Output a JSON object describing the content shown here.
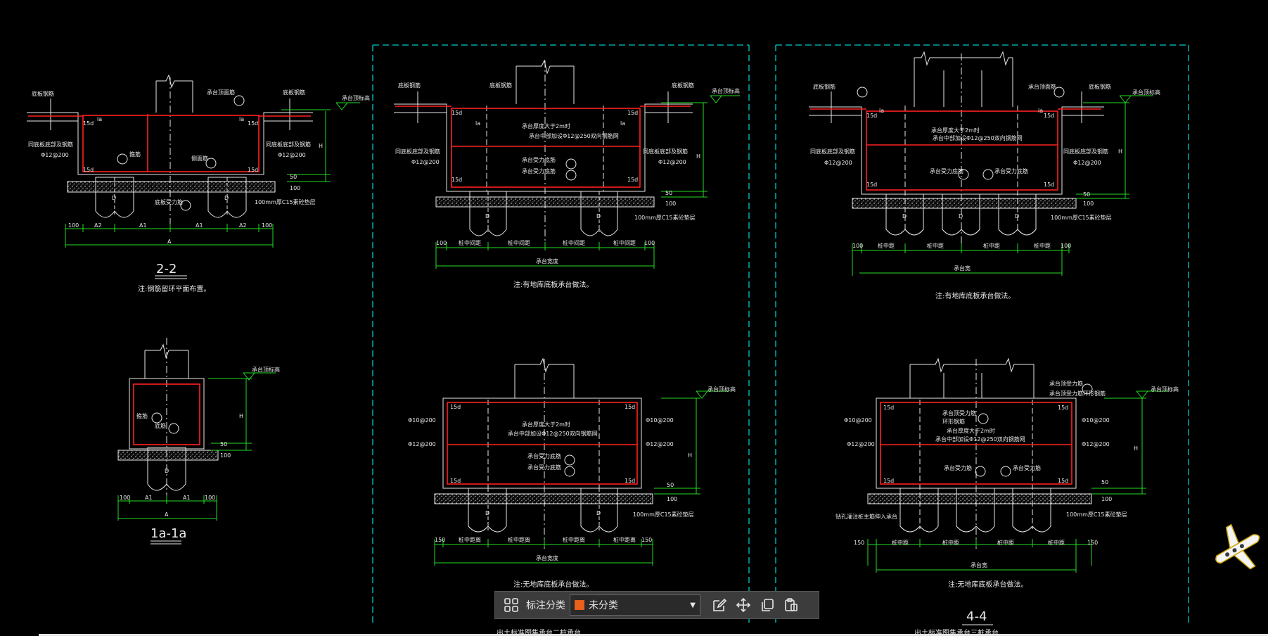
{
  "drawing": {
    "section_2_2": {
      "title": "2-2",
      "note": "注:钢筋留环平面布置。",
      "labels": {
        "bottom_rebar_l": "底板钢筋",
        "top_rebar": "承台顶面筋",
        "bottom_rebar_r": "底板钢筋",
        "elev": "承台顶标高",
        "la1": "la",
        "la2": "la",
        "d15a": "15d",
        "d15b": "15d",
        "d15c": "15d",
        "d15d": "15d",
        "tie_l": "同底板底部及钢筋",
        "tie_r": "同底板底部及钢筋",
        "phi_l": "Φ12@200",
        "phi_r": "Φ12@200",
        "stirrup": "箍筋",
        "side_bar": "侧面筋",
        "bottom_bar": "底板受力筋",
        "c15": "100mm厚C15素砼垫层",
        "h": "H",
        "d50": "50",
        "d100": "100",
        "pile_d1": "D",
        "pile_d2": "D",
        "dim_100a": "100",
        "dim_a2a": "A2",
        "dim_a1a": "A1",
        "dim_a1b": "A1",
        "dim_a2b": "A2",
        "dim_100b": "100",
        "dim_a": "A"
      }
    },
    "section_1a_1a": {
      "title": "1a-1a",
      "labels": {
        "elev": "承台顶标高",
        "stirrup": "箍筋",
        "rebar": "底筋",
        "h": "H",
        "d50": "50",
        "d100": "100",
        "pile_d": "D",
        "dim_100a": "100",
        "dim_a1a": "A1",
        "dim_a1b": "A1",
        "dim_100b": "100",
        "dim_a": "A"
      }
    },
    "panel_top_mid": {
      "note": "注:有地库底板承台做法。",
      "labels": {
        "bottom_rebar_l": "底板钢筋",
        "top_rebar": "底板钢筋",
        "bottom_rebar_r": "底板钢筋",
        "elev": "承台顶标高",
        "d15a": "15d",
        "d15b": "15d",
        "d15c": "15d",
        "d15d": "15d",
        "la1": "la",
        "la2": "la",
        "thick_note": "承台厚度大于2m时",
        "mid_mesh": "承台中部加设Φ12@250双向钢筋网",
        "tie_l": "同底板底部及钢筋",
        "tie_r": "同底板底部及钢筋",
        "phi_l": "Φ12@200",
        "phi_r": "Φ12@200",
        "bar1": "承台受力底筋",
        "bar2": "承台受力底筋",
        "c15": "100mm厚C15素砼垫层",
        "h": "H",
        "d50": "50",
        "d100": "100",
        "pile_d1": "D",
        "pile_d2": "D",
        "dim_100a": "100",
        "dim_b1": "桩中间距",
        "dim_b2": "桩中间距",
        "dim_b3": "桩中间距",
        "dim_b4": "桩中间距",
        "dim_100b": "100",
        "dim_total": "承台宽度"
      }
    },
    "panel_top_right": {
      "note": "注:有地库底板承台做法。",
      "labels": {
        "bottom_rebar_l": "底板钢筋",
        "top_rebar": "承台顶面筋",
        "bottom_rebar_r": "底板钢筋",
        "elev": "承台顶标高",
        "d15a": "15d",
        "d15b": "15d",
        "d15c": "15d",
        "d15d": "15d",
        "la1": "la",
        "la2": "la",
        "thick_note": "承台厚度大于2m时",
        "mid_mesh": "承台中部加设Φ12@250双向钢筋网",
        "tie_l": "同底板底部及钢筋",
        "tie_r": "同底板底部及钢筋",
        "phi_l": "Φ12@200",
        "phi_r": "Φ12@200",
        "bar1": "承台受力底筋",
        "bar2": "承台受力底筋",
        "c15": "100mm厚C15素砼垫层",
        "h": "H",
        "d50": "50",
        "d100": "100",
        "pile_d1": "D",
        "pile_d2": "D",
        "pile_d3": "D",
        "dim_100a": "100",
        "dim_b1": "桩中距",
        "dim_b2": "桩中距",
        "dim_b3": "桩中距",
        "dim_b4": "桩中距",
        "dim_100b": "100",
        "dim_total": "承台宽"
      }
    },
    "panel_bot_mid": {
      "note": "注:无地库底板承台做法。",
      "labels": {
        "elev": "承台顶标高",
        "d15a": "15d",
        "d15b": "15d",
        "d15c": "15d",
        "d15d": "15d",
        "phi_l1": "Φ10@200",
        "phi_l2": "Φ12@200",
        "phi_r1": "Φ10@200",
        "phi_r2": "Φ12@200",
        "thick_note": "承台厚度大于2m时",
        "mid_mesh": "承台中部加设Φ12@250双向钢筋网",
        "bar1": "承台受力底筋",
        "bar2": "承台受力底筋",
        "c15": "100mm厚C15素砼垫层",
        "h": "H",
        "d50": "50",
        "d100": "100",
        "pile_d1": "D",
        "pile_d2": "D",
        "dim_150a": "150",
        "dim_b1": "桩中距离",
        "dim_b2": "桩中距离",
        "dim_b3": "桩中距离",
        "dim_b4": "桩中距离",
        "dim_150b": "150",
        "dim_total": "承台宽度"
      }
    },
    "panel_bot_right": {
      "title": "4-4",
      "note": "注:无地库底板承台做法。",
      "labels": {
        "elev": "承台顶标高",
        "top_bar": "承台顶受力筋",
        "top_ring": "承台顶受力筋环形钢筋",
        "d15a": "15d",
        "d15b": "15d",
        "d15c": "15d",
        "d15d": "15d",
        "phi_l1": "Φ10@200",
        "phi_l2": "Φ12@200",
        "phi_r1": "Φ10@200",
        "phi_r2": "Φ12@200",
        "side_ring": "承台顶受力筋",
        "side_ring2": "环形钢筋",
        "thick_note": "承台厚度大于2m时",
        "mid_mesh": "承台中部加设Φ12@250双向钢筋网",
        "bar1": "承台受力筋",
        "bar2": "承台受力筋",
        "side_note": "钻孔灌注桩主筋伸入承台",
        "c15": "100mm厚C15素砼垫层",
        "h": "H",
        "d50": "50",
        "d100": "100",
        "dim_150a": "150",
        "dim_b1": "桩中距",
        "dim_b2": "桩中距",
        "dim_b3": "桩中距",
        "dim_b4": "桩中距",
        "dim_150b": "150",
        "dim_total": "承台宽"
      }
    },
    "frames": {
      "mid_bottom_text": "出土标准图集承台二桩承台 ",
      "right_bottom_text": "出土标准图集承台三桩承台 "
    }
  },
  "toolbar": {
    "label": "标注分类",
    "selected": "未分类",
    "icons": [
      "grid-icon",
      "edit-icon",
      "move-icon",
      "copy-icon",
      "paste-icon"
    ],
    "swatch_color": "#e8601c"
  },
  "colors": {
    "background": "#000000",
    "outline": "#e8e8e8",
    "rebar": "#ff2020",
    "dimension": "#22dd22",
    "frame": "#00c8c8"
  }
}
